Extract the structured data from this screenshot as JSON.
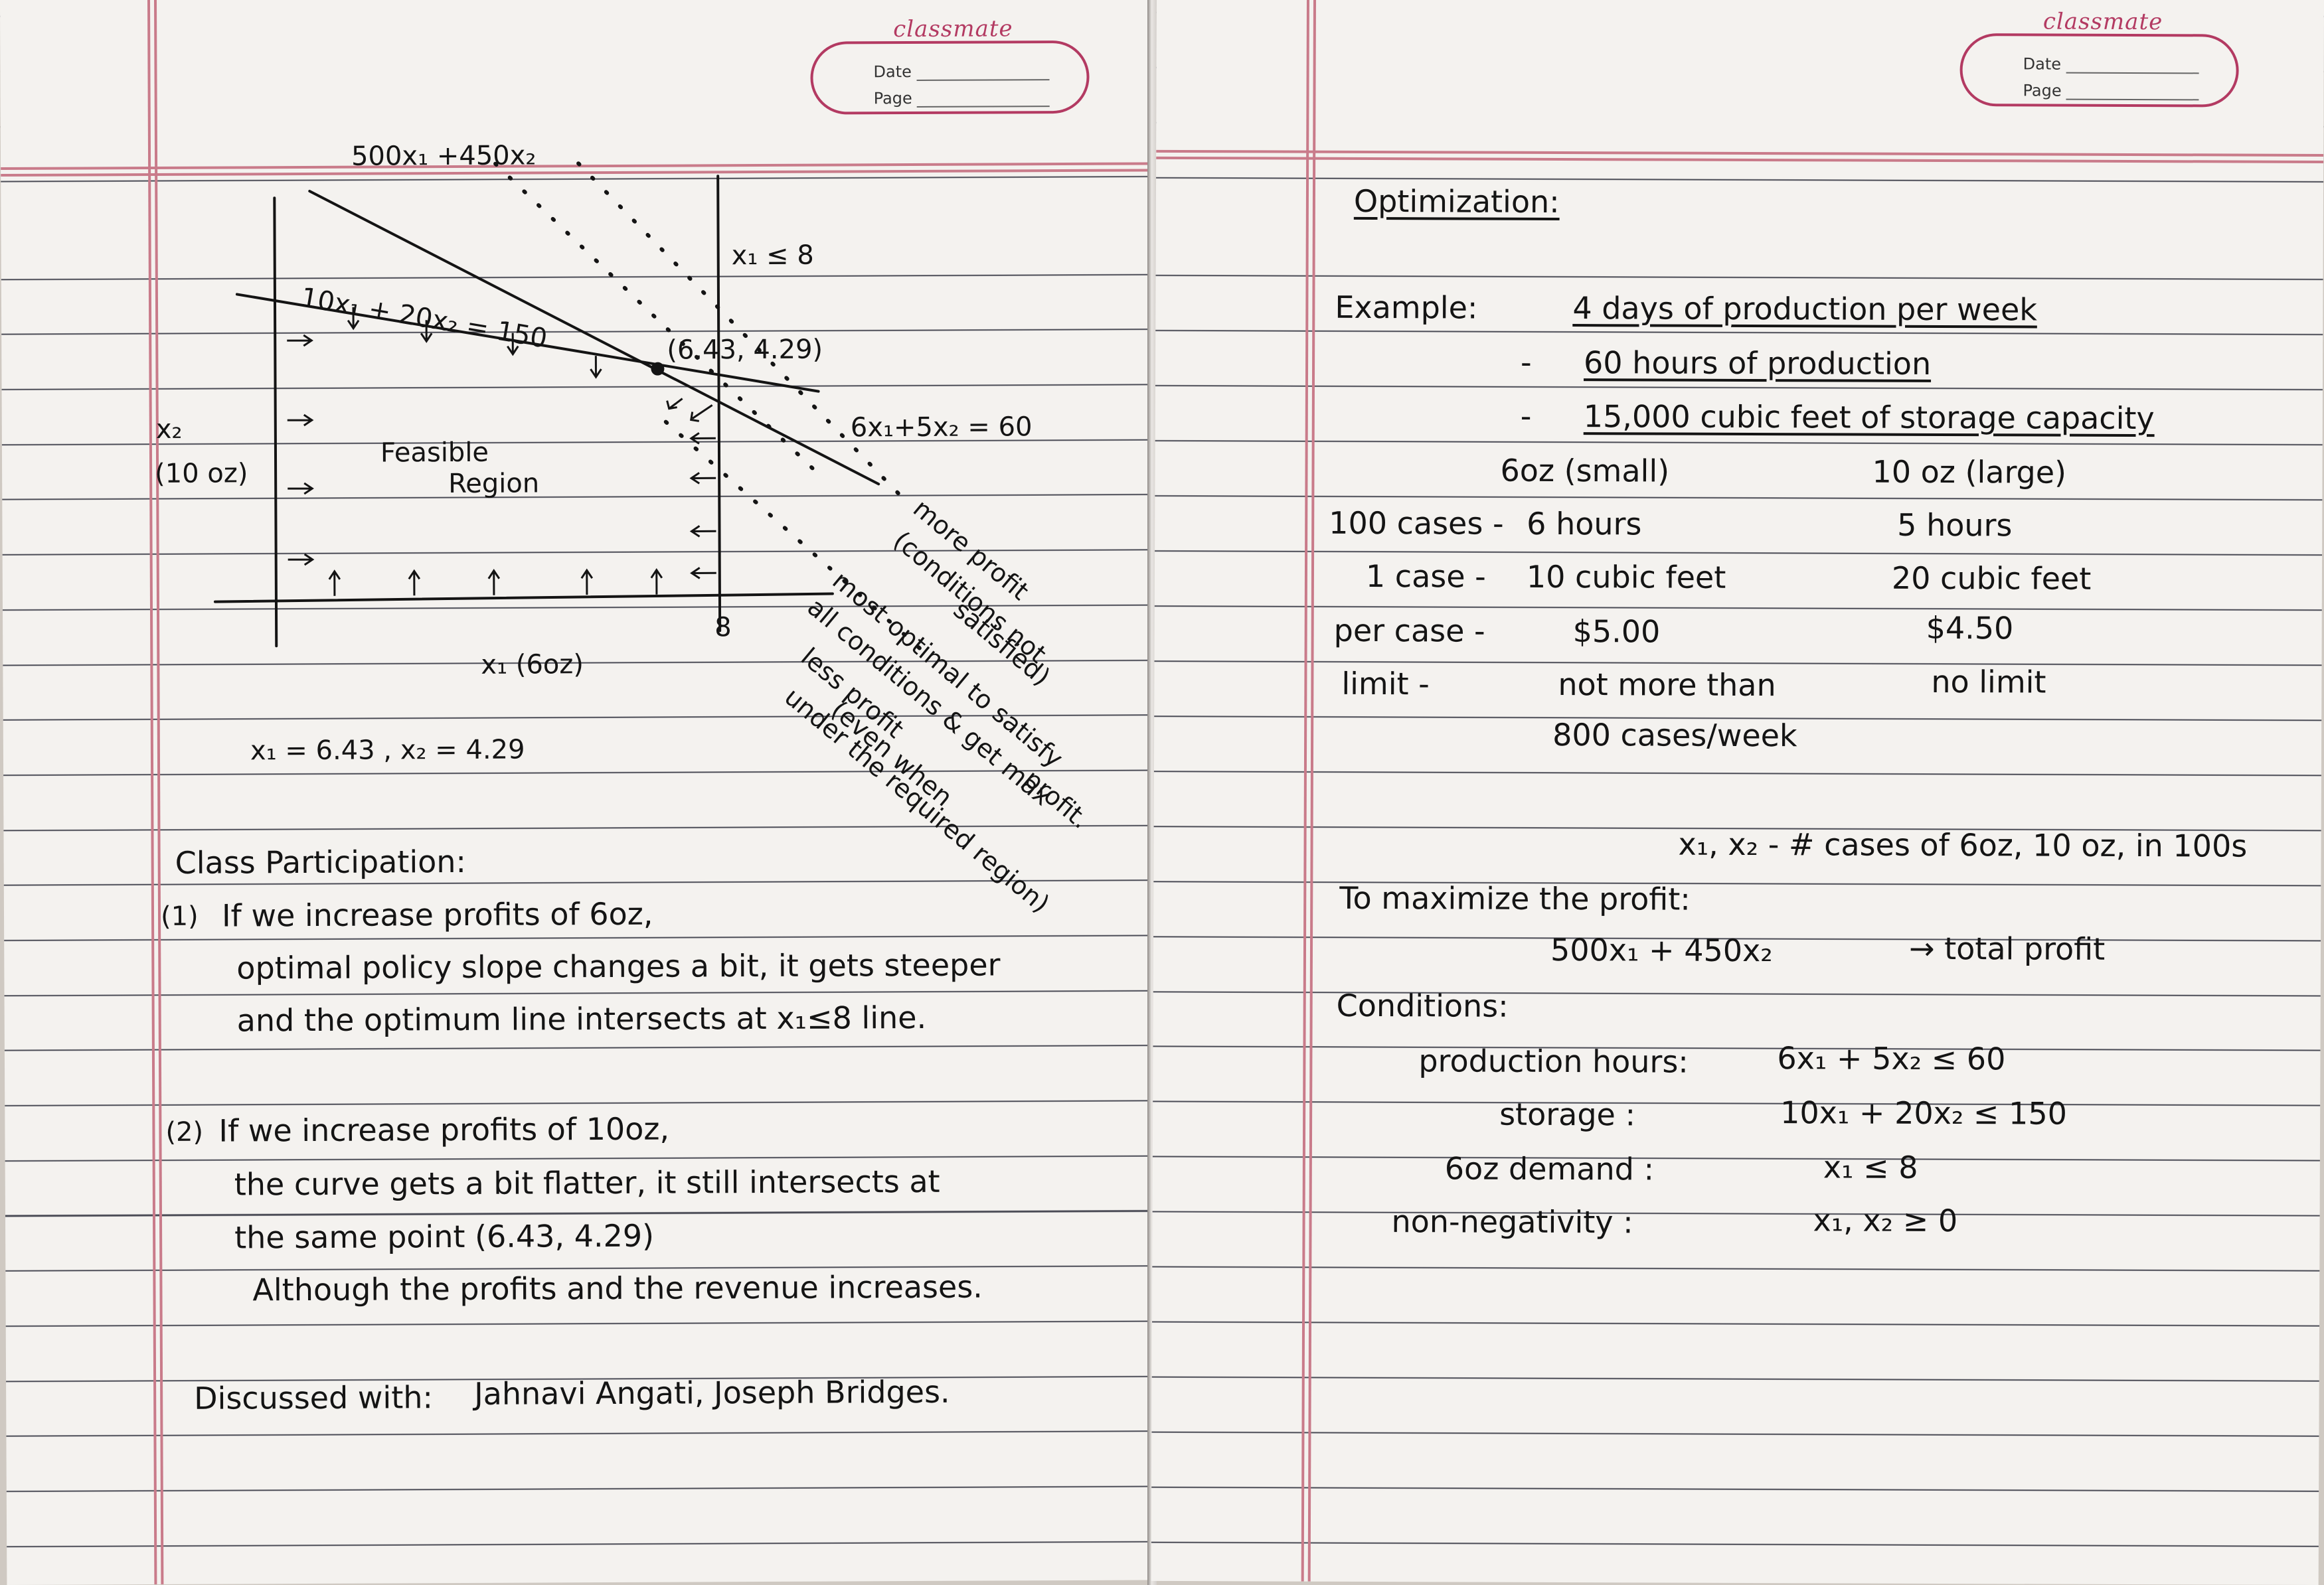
{
  "header": {
    "brand": "classmate",
    "date_label": "Date",
    "page_label": "Page"
  },
  "left": {
    "graph": {
      "profit_line_label": "500x₁ +450x₂",
      "constraint_x1_label": "x₁ ≤ 8",
      "storage_label": "10x₁ + 20x₂ = 150",
      "intersection_label": "(6.43, 4.29)",
      "hours_label": "6x₁+5x₂ = 60",
      "y_axis_label_1": "x₂",
      "y_axis_label_2": "(10 oz)",
      "region_label_1": "Feasible",
      "region_label_2": "Region",
      "x_tick_8": "8",
      "x_axis_label": "x₁ (6oz)",
      "note_more_1": "more profit",
      "note_more_2": "(conditions not",
      "note_more_3": "satisfied)",
      "note_opt_1": "most optimal to satisfy",
      "note_opt_2": "all conditions & get max",
      "note_opt_3": "profit.",
      "note_less_1": "less profit",
      "note_less_2": "(even when",
      "note_less_3": "under the required region)"
    },
    "solution": "x₁ = 6.43 ,  x₂ = 4.29",
    "class_participation": {
      "heading": "Class Participation:",
      "item1_num": "(1)",
      "item1_line1": "If we increase profits of 6oz,",
      "item1_line2": "optimal policy slope changes a bit, it gets steeper",
      "item1_line3": "and the optimum line intersects at x₁≤8 line.",
      "item2_num": "(2)",
      "item2_line1": "If we increase profits of 10oz,",
      "item2_line2": "the curve gets a bit flatter, it still intersects at",
      "item2_line3": "the same point (6.43, 4.29)",
      "item2_line4": "Although the profits and the revenue increases."
    },
    "discussed_label": "Discussed with:",
    "discussed_names": "Jahnavi Angati,  Joseph Bridges."
  },
  "right": {
    "title": "Optimization:",
    "example_label": "Example:",
    "ex_line1": "4 days of production per week",
    "ex_line2_dash": "-",
    "ex_line2": "60 hours of production",
    "ex_line3_dash": "-",
    "ex_line3": "15,000 cubic feet of storage capacity",
    "col_small": "6oz (small)",
    "col_large": "10 oz (large)",
    "rows": [
      {
        "label": "100 cases -",
        "small": "6 hours",
        "large": "5 hours"
      },
      {
        "label": "1 case  -",
        "small": "10 cubic feet",
        "large": "20 cubic feet"
      },
      {
        "label": "per case  -",
        "small": "$5.00",
        "large": "$4.50"
      },
      {
        "label": "limit  -",
        "small": "not more than",
        "large": "no limit"
      }
    ],
    "limit_line2": "800 cases/week",
    "vars_line": "x₁, x₂  -  # cases of 6oz, 10 oz, in 100s",
    "maximize_label": "To maximize the profit:",
    "objective": "500x₁ + 450x₂",
    "objective_note": "→ total profit",
    "conditions_label": "Conditions:",
    "conditions": [
      {
        "name": "production hours:",
        "expr": "6x₁ + 5x₂ ≤ 60"
      },
      {
        "name": "storage  :",
        "expr": "10x₁ + 20x₂ ≤ 150"
      },
      {
        "name": "6oz demand  :",
        "expr": "x₁ ≤ 8"
      },
      {
        "name": "non-negativity  :",
        "expr": "x₁, x₂ ≥ 0"
      }
    ]
  }
}
